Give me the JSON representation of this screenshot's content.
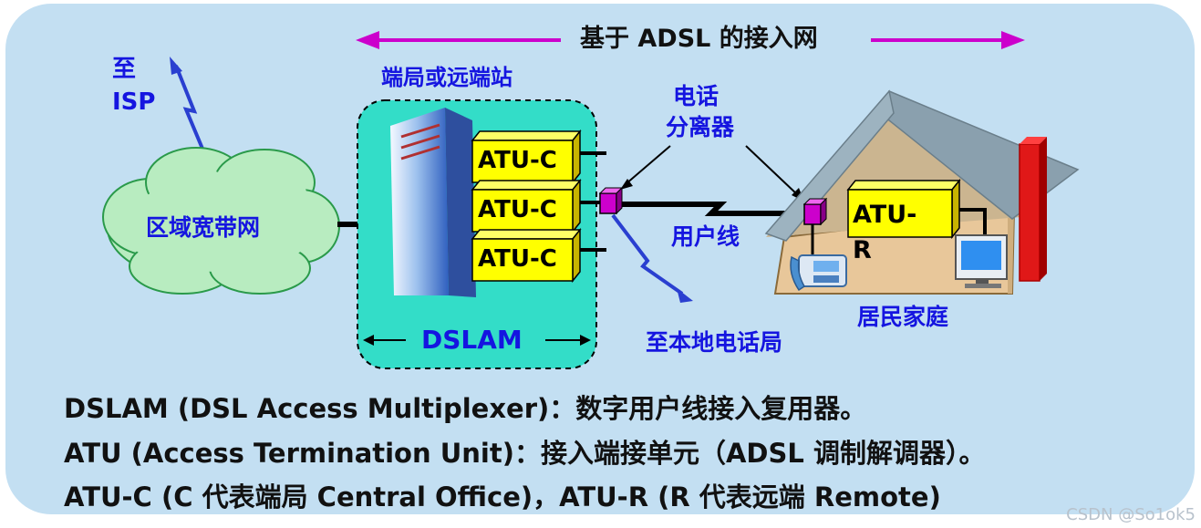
{
  "banner": {
    "title": "基于 ADSL 的接入网"
  },
  "labels": {
    "to_isp": [
      "至",
      "ISP"
    ],
    "central_office": "端局或远端站",
    "dslam": "DSLAM",
    "network": "区域宽带网",
    "splitter": [
      "电话",
      "分离器"
    ],
    "user_line": "用户线",
    "to_local_office": "至本地电话局",
    "home": "居民家庭"
  },
  "devices": {
    "atu_c": [
      "ATU-C",
      "ATU-C",
      "ATU-C"
    ],
    "atu_r": [
      "ATU-",
      "R"
    ]
  },
  "captions": [
    "DSLAM (DSL Access Multiplexer)：数字用户线接入复用器。",
    "ATU (Access Termination Unit)：接入端接单元（ADSL 调制解调器）。",
    "ATU-C (C 代表端局 Central Office)，ATU-R (R 代表远端 Remote)"
  ],
  "watermark": "CSDN @So1ok5",
  "colors": {
    "panel": "#c3dff2",
    "arrow": "#cc00cc",
    "label": "#1515e0",
    "atu_box": "#ffff00",
    "dslam_bg": "#33ddc8",
    "cloud": "#b8ecc0",
    "roof": "#8aa0ae",
    "wall": "#e8c79a",
    "chimney": "#e01818",
    "splitter": "#cc00cc"
  }
}
